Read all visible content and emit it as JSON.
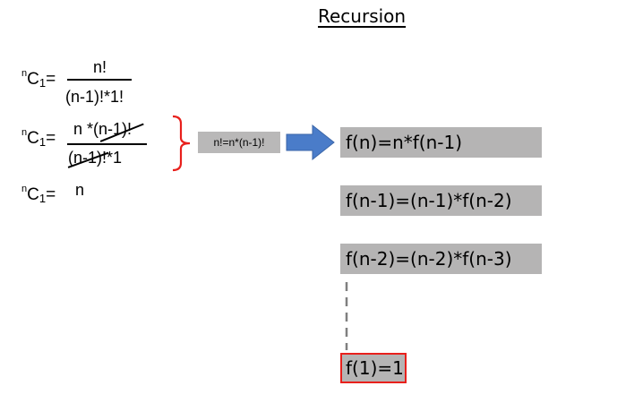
{
  "title": "Recursion",
  "formulas": {
    "label": {
      "sup": "n",
      "main": "C",
      "sub": "1",
      "eq": "="
    },
    "row1": {
      "numerator": "n!",
      "denominator": "(n-1)!*1!"
    },
    "row2": {
      "numerator": "n *(n-1)!",
      "denominator": "(n-1)!*1"
    },
    "row3": {
      "result": "n"
    }
  },
  "note": "n!=n*(n-1)!",
  "recursion_steps": [
    "f(n)=n*f(n-1)",
    "f(n-1)=(n-1)*f(n-2)",
    "f(n-2)=(n-2)*f(n-3)"
  ],
  "base_case": "f(1)=1",
  "colors": {
    "brace": "#e8201c",
    "arrow": "#4a7cc9",
    "box_fill": "#b5b4b4",
    "base_border": "#e8201c",
    "dashes": "#7f7f7f"
  }
}
